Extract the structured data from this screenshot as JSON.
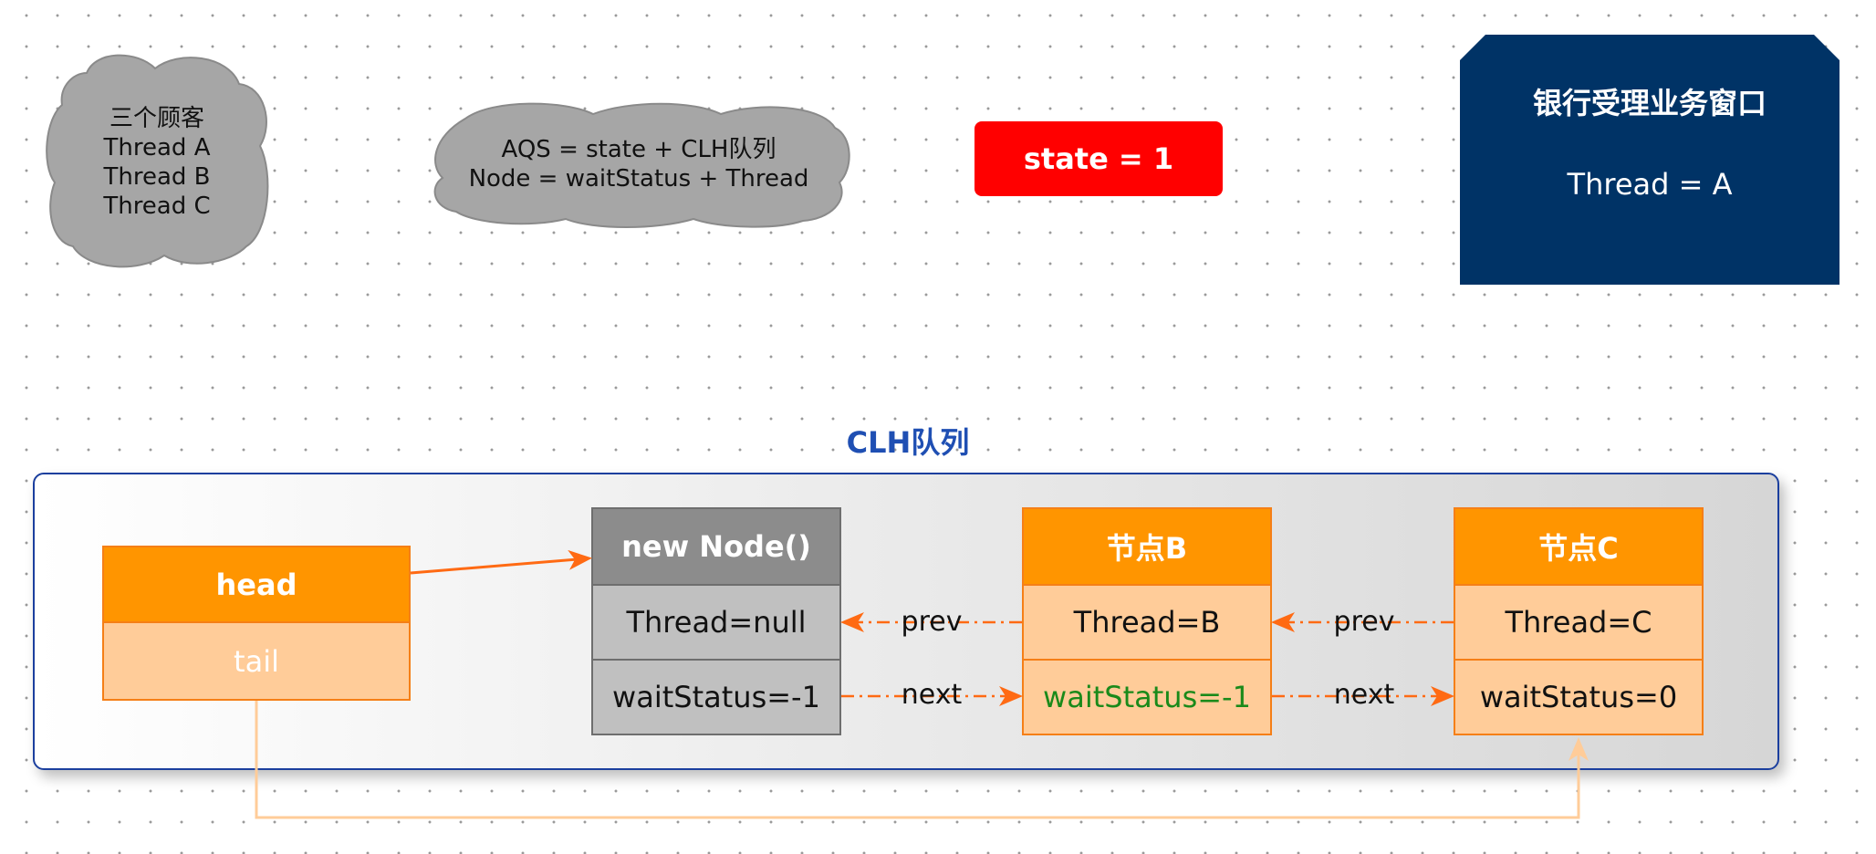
{
  "cloud_customers": {
    "lines": [
      "三个顾客",
      "Thread A",
      "Thread B",
      "Thread C"
    ]
  },
  "cloud_aqs": {
    "lines": [
      "AQS = state + CLH队列",
      "Node = waitStatus + Thread"
    ]
  },
  "state_box": {
    "label": "state = 1"
  },
  "bank_window": {
    "title": "银行受理业务窗口",
    "thread": "Thread = A"
  },
  "clh": {
    "title": "CLH队列",
    "head_node": {
      "head": "head",
      "tail": "tail"
    },
    "new_node": {
      "title": "new Node()",
      "thread": "Thread=null",
      "wait_status": "waitStatus=-1"
    },
    "node_b": {
      "title": "节点B",
      "thread": "Thread=B",
      "wait_status": "waitStatus=-1"
    },
    "node_c": {
      "title": "节点C",
      "thread": "Thread=C",
      "wait_status": "waitStatus=0"
    },
    "edge_labels": {
      "prev_1": "prev",
      "next_1": "next",
      "prev_2": "prev",
      "next_2": "next"
    }
  },
  "colors": {
    "orange": "#ff9500",
    "light_orange": "#ffcc99",
    "gray": "#8c8c8c",
    "light_gray": "#c0c0c0",
    "red": "#ff0000",
    "navy": "#003366",
    "blue_border": "#1b3f9e",
    "arrow": "#ff6a13",
    "tail_line": "#ffcc99",
    "green_text": "#1a8a1a"
  }
}
